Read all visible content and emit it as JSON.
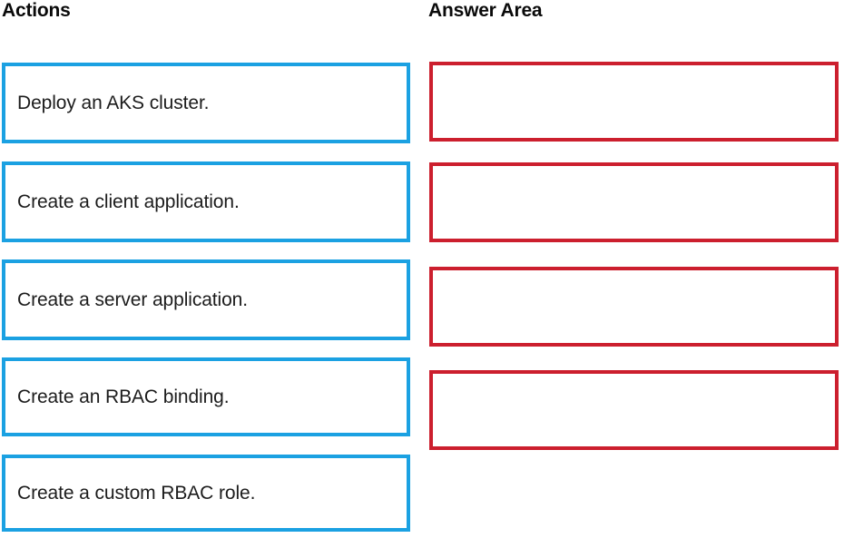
{
  "columns": {
    "actions": {
      "heading": "Actions",
      "items": [
        {
          "label": "Deploy an AKS cluster."
        },
        {
          "label": "Create a client application."
        },
        {
          "label": "Create a server application."
        },
        {
          "label": "Create an RBAC binding."
        },
        {
          "label": "Create a custom RBAC role."
        }
      ]
    },
    "answer_area": {
      "heading": "Answer Area",
      "slots": [
        {
          "label": ""
        },
        {
          "label": ""
        },
        {
          "label": ""
        },
        {
          "label": ""
        }
      ]
    }
  },
  "colors": {
    "action_border": "#1ba1e2",
    "answer_border": "#cc1f2e",
    "text": "#1c1c1c",
    "heading_text": "#0a0a0a",
    "background": "#ffffff"
  }
}
